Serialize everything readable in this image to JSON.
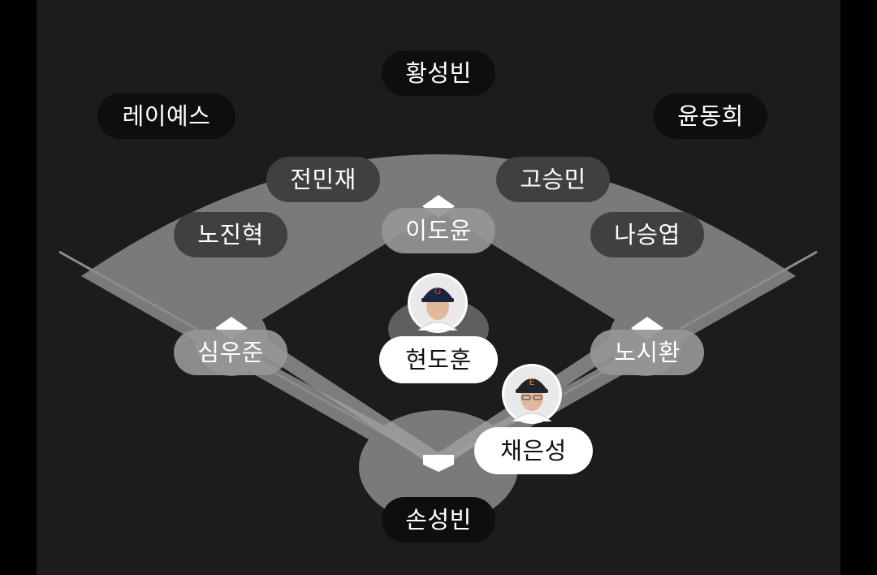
{
  "colors": {
    "background": "#1c1c1c",
    "outfield": "#7a7a7a",
    "infield_dirt": "#7a7a7a",
    "infield_grass": "#1c1c1c",
    "base": "#ffffff",
    "pill_dark": "#0e0e0e",
    "pill_highlight": "#ffffff"
  },
  "positions": {
    "center_field": "황성빈",
    "left_field": "레이예스",
    "right_field": "윤동희",
    "shortstop": "전민재",
    "second_base": "고승민",
    "third_base_extra": "노진혁",
    "first_base_extra": "나승엽",
    "second_base_bag": "이도윤",
    "third_base": "심우준",
    "pitcher": "현도훈",
    "first_base": "노시환",
    "catcher": "손성빈",
    "batter": "채은성"
  },
  "avatars": {
    "pitcher": "player-photo-icon",
    "batter": "player-photo-icon"
  }
}
